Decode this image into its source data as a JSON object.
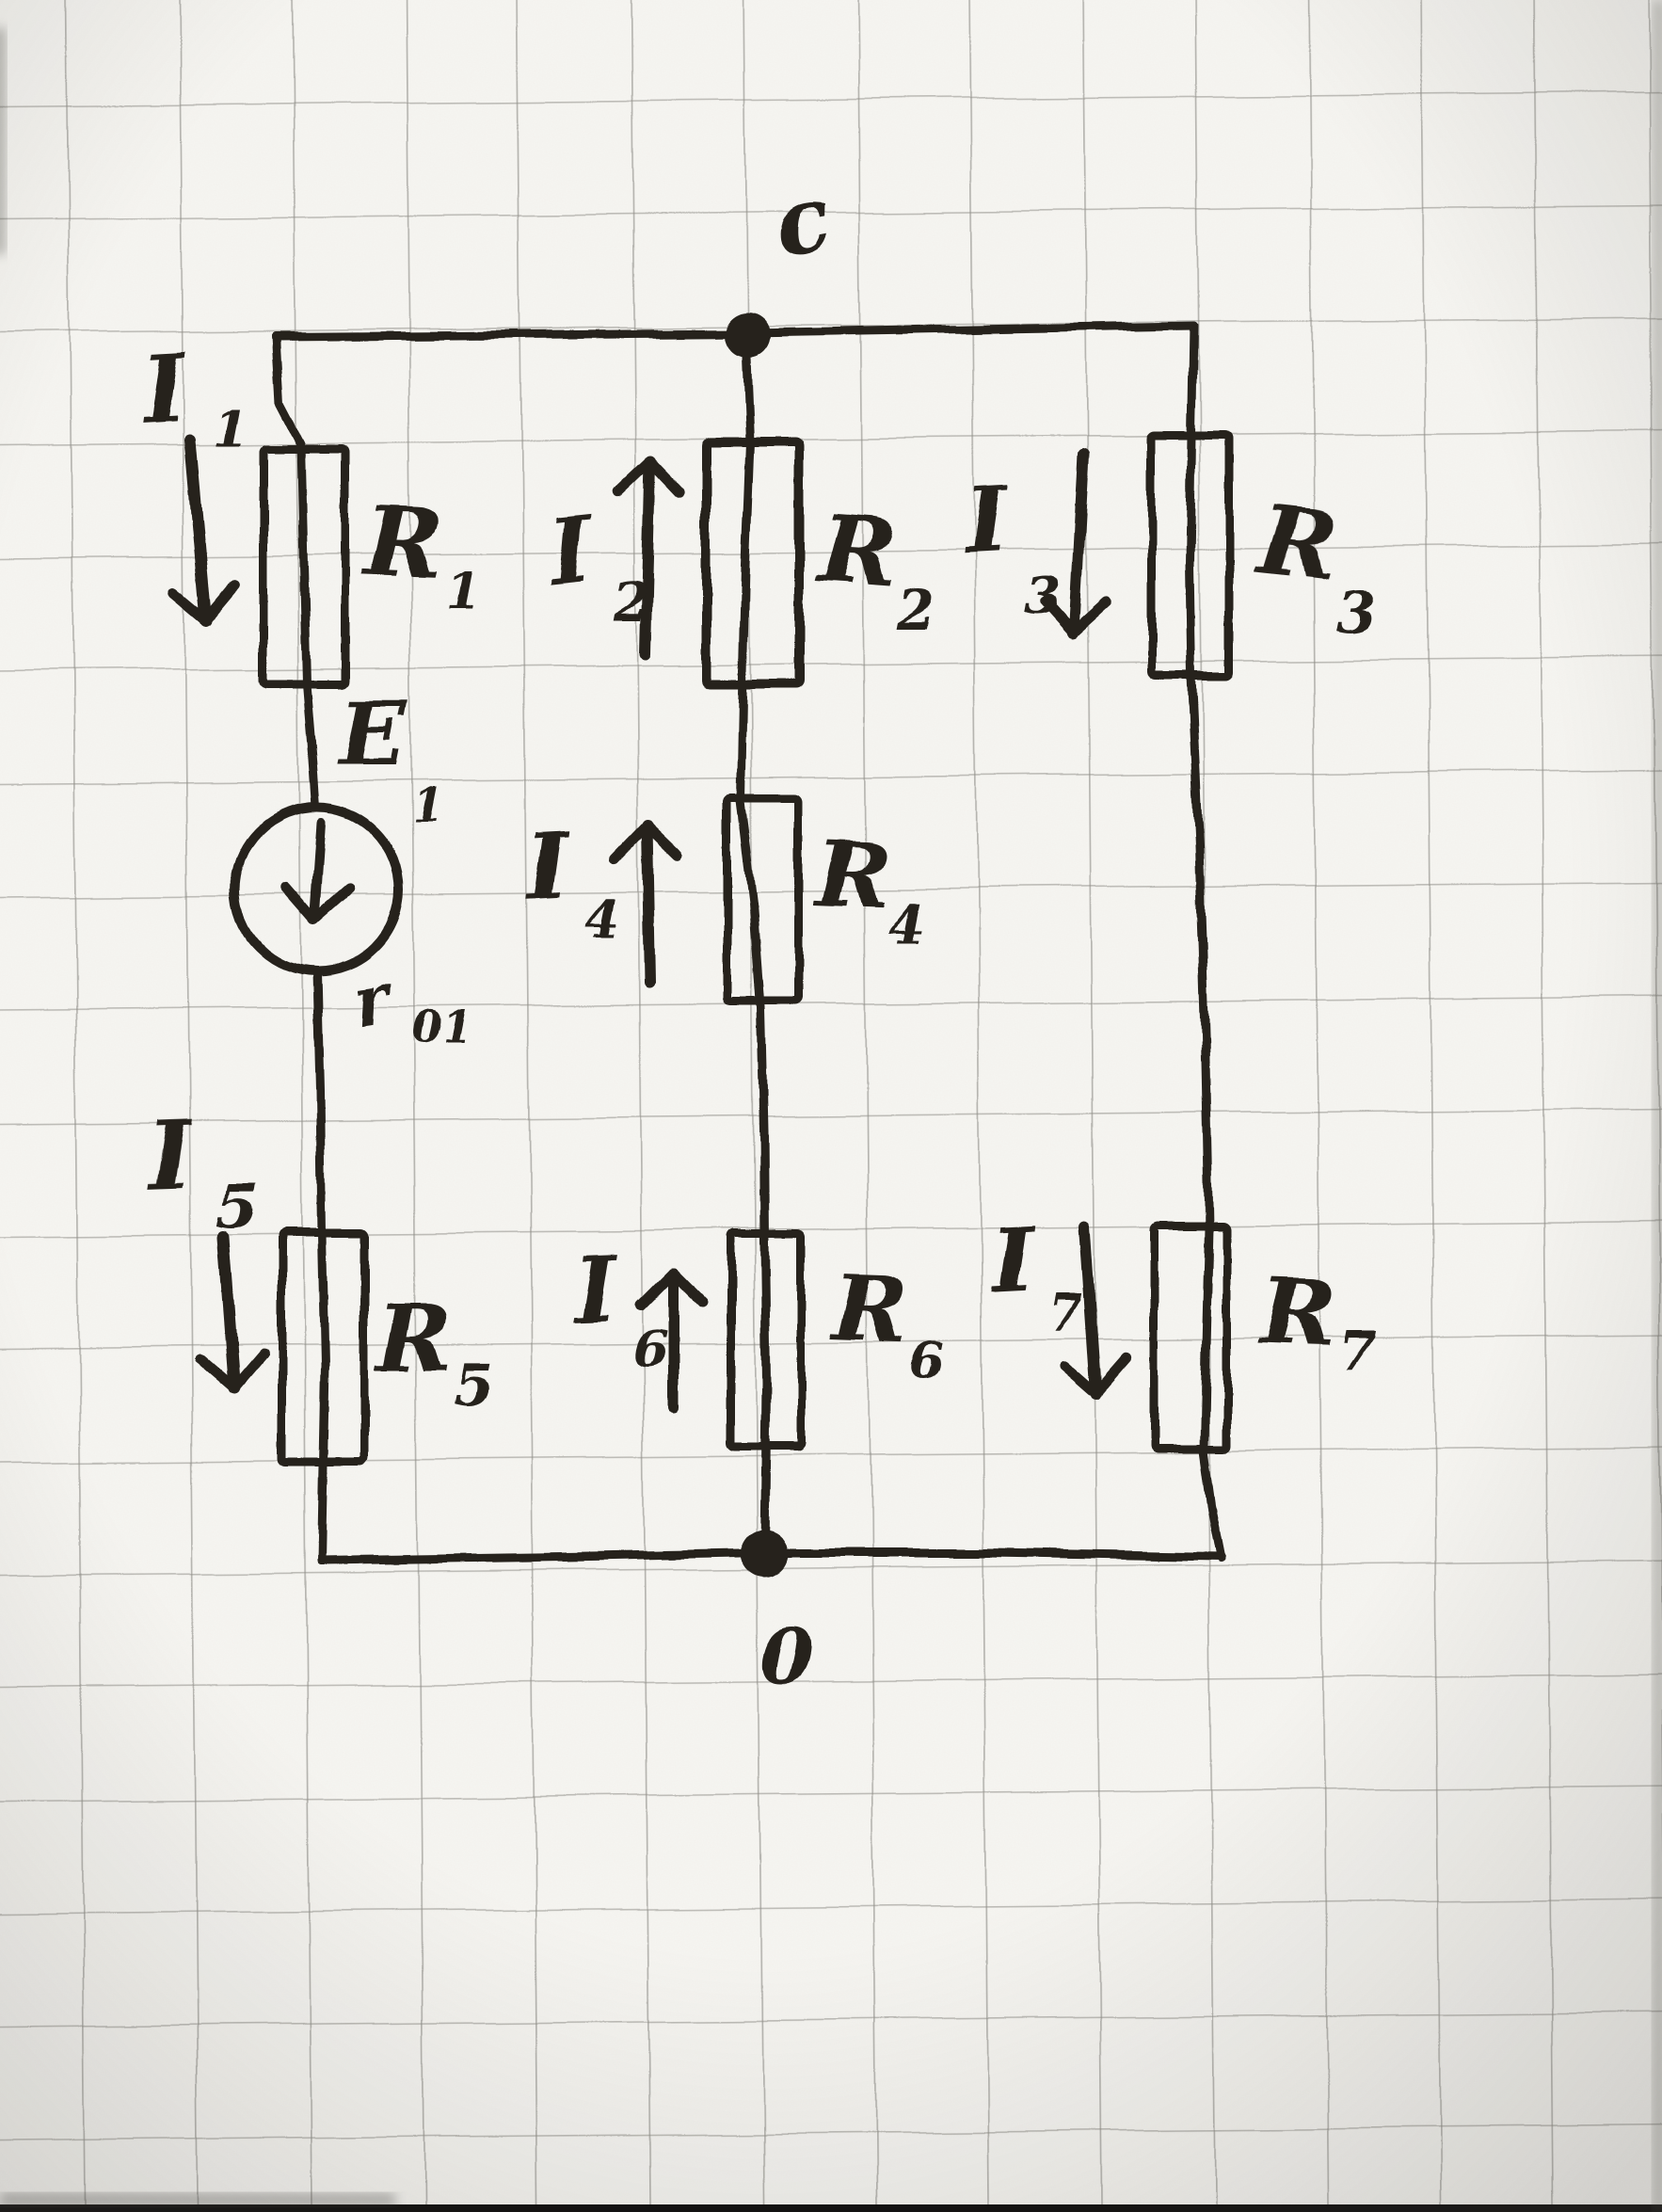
{
  "diagram_kind": "hand-drawn DC circuit schematic on squared notebook paper",
  "colors": {
    "ink": "#26231f",
    "paper": "#f6f5f1",
    "grid": "#908e89"
  },
  "circuit": {
    "nodes": {
      "top": {
        "label": "c"
      },
      "bottom": {
        "label": "0"
      }
    },
    "resistors": {
      "r1": {
        "main": "R",
        "sub": "1"
      },
      "r2": {
        "main": "R",
        "sub": "2"
      },
      "r3": {
        "main": "R",
        "sub": "3"
      },
      "r4": {
        "main": "R",
        "sub": "4"
      },
      "r5": {
        "main": "R",
        "sub": "5"
      },
      "r6": {
        "main": "R",
        "sub": "6"
      },
      "r7": {
        "main": "R",
        "sub": "7"
      }
    },
    "currents": {
      "i1": {
        "main": "I",
        "sub": "1",
        "direction": "down"
      },
      "i2": {
        "main": "I",
        "sub": "2",
        "direction": "up"
      },
      "i3": {
        "main": "I",
        "sub": "3",
        "direction": "down"
      },
      "i4": {
        "main": "I",
        "sub": "4",
        "direction": "up"
      },
      "i5": {
        "main": "I",
        "sub": "5",
        "direction": "down"
      },
      "i6": {
        "main": "I",
        "sub": "6",
        "direction": "up"
      },
      "i7": {
        "main": "I",
        "sub": "7",
        "direction": "down"
      }
    },
    "source": {
      "main": "E",
      "sub": "1",
      "arrow_direction": "down"
    },
    "internal_resistance": {
      "main": "r",
      "sub": "01"
    },
    "topology": {
      "branches": [
        {
          "from": "c",
          "to": "0",
          "elements": [
            "I1",
            "R1",
            "E1 with r01",
            "I5",
            "R5"
          ]
        },
        {
          "from": "c",
          "to": "0",
          "elements": [
            "I2",
            "R2",
            "I4",
            "R4",
            "I6",
            "R6"
          ]
        },
        {
          "from": "c",
          "to": "0",
          "elements": [
            "I3",
            "R3",
            "I7",
            "R7"
          ]
        }
      ]
    }
  }
}
